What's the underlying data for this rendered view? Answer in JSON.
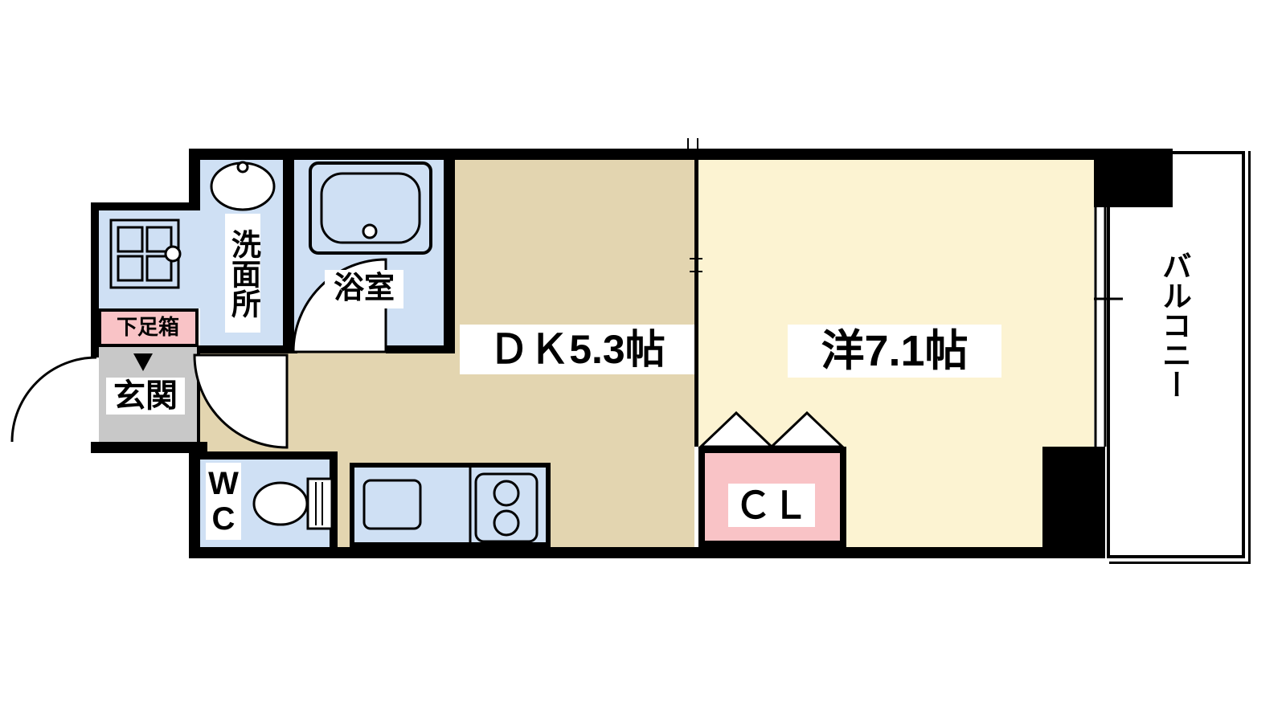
{
  "title": "apartment-floor-plan",
  "rooms": {
    "dk": {
      "label": "ＤＫ5.3帖"
    },
    "western": {
      "label": "洋7.1帖"
    },
    "washroom": {
      "label": "洗面所"
    },
    "bathroom": {
      "label": "浴室"
    },
    "entrance": {
      "label": "玄関"
    },
    "shoe_box": {
      "label": "下足箱"
    },
    "toilet": {
      "label": "WC"
    },
    "closet": {
      "label": "ＣＬ"
    },
    "balcony": {
      "label": "バルコニー"
    }
  },
  "icons": [
    "washer-pan-icon",
    "wash-basin-icon",
    "bathtub-icon",
    "toilet-icon",
    "kitchen-sink-icon",
    "stove-icon",
    "entrance-door-arc",
    "hall-door-arc",
    "bath-door-arc",
    "closet-bifold-doors",
    "window-symbol",
    "entry-marker"
  ],
  "colors": {
    "bg": "#ffffff",
    "wall": "#000000",
    "water_blue": "#cfe0f4",
    "dk_floor": "#e3d5b0",
    "western_floor": "#fcf3d2",
    "pink": "#f9c3c6",
    "entrance_gray": "#c8c8c8"
  }
}
